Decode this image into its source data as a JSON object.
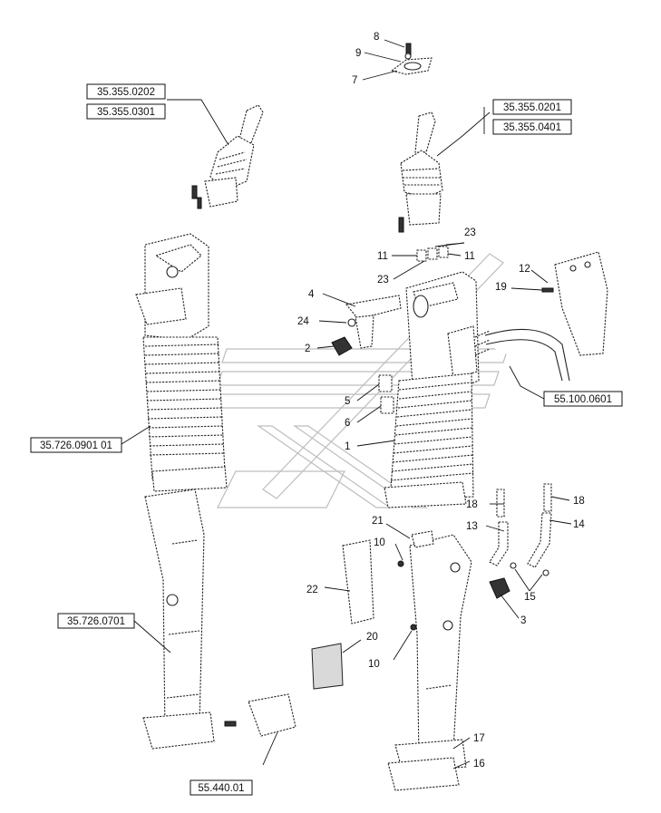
{
  "diagram": {
    "references": {
      "r_0202": "35.355.0202",
      "r_0301": "35.355.0301",
      "r_0201": "35.355.0201",
      "r_0401": "35.355.0401",
      "r_0901": "35.726.0901 01",
      "r_0701": "35.726.0701",
      "r_0601": "55.100.0601",
      "r_4401": "55.440.01"
    },
    "callouts": {
      "c1": "1",
      "c2": "2",
      "c3": "3",
      "c4": "4",
      "c5": "5",
      "c6": "6",
      "c7": "7",
      "c8": "8",
      "c9": "9",
      "c10a": "10",
      "c10b": "10",
      "c11a": "11",
      "c11b": "11",
      "c12": "12",
      "c13": "13",
      "c14": "14",
      "c15": "15",
      "c16": "16",
      "c17": "17",
      "c18a": "18",
      "c18b": "18",
      "c19": "19",
      "c20": "20",
      "c21": "21",
      "c22": "22",
      "c23a": "23",
      "c23b": "23",
      "c24": "24"
    }
  }
}
